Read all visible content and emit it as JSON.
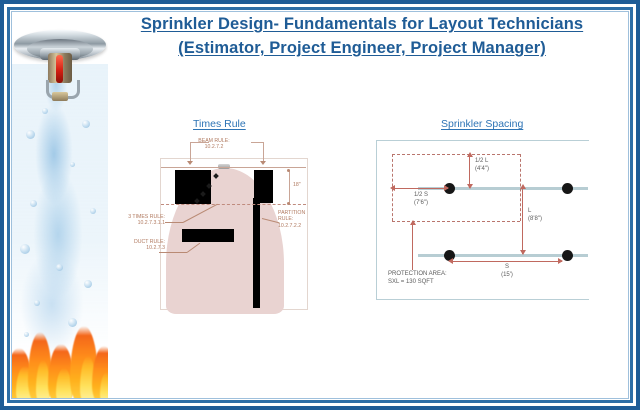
{
  "slide": {
    "title_line1": "Sprinkler Design- Fundamentals for Layout Technicians",
    "title_line2": "(Estimator, Project Engineer, Project Manager)",
    "accent_color": "#1f5c96",
    "caption_color": "#2e74b5",
    "frame_color": "#1f5c96"
  },
  "photo": {
    "sprinkler_head": "pendent-sprinkler-head",
    "water_spray": "water-spray",
    "fire": "fire-flames"
  },
  "sections": [
    {
      "id": "times-rule",
      "caption": "Times Rule"
    },
    {
      "id": "sprinkler-spacing",
      "caption": "Sprinkler Spacing"
    }
  ],
  "times_rule_diagram": {
    "caption": "Times Rule",
    "labels": {
      "beam_rule_title": "BEAM RULE:",
      "beam_rule_ref": "10.2.7.2",
      "three_times_rule_title": "3 TIMES RULE:",
      "three_times_rule_ref": "10.2.7.3.1.1",
      "duct_rule_title": "DUCT RULE:",
      "duct_rule_ref": "10.2.7.3",
      "partition_rule_title": "PARTITION",
      "partition_rule_title2": "RULE:",
      "partition_rule_ref": "10.2.7.2.2",
      "dimension_18": "18\""
    }
  },
  "sprinkler_spacing_diagram": {
    "caption": "Sprinkler Spacing",
    "labels": {
      "half_l": "1/2 L",
      "half_l_value": "(4'4\")",
      "half_s": "1/2 S",
      "half_s_value": "(7'6\")",
      "l": "L",
      "l_value": "(8'8\")",
      "s": "S",
      "s_value": "(15')",
      "protection_area": "PROTECTION AREA:",
      "protection_area_value": "SXL = 130 SQFT"
    }
  }
}
